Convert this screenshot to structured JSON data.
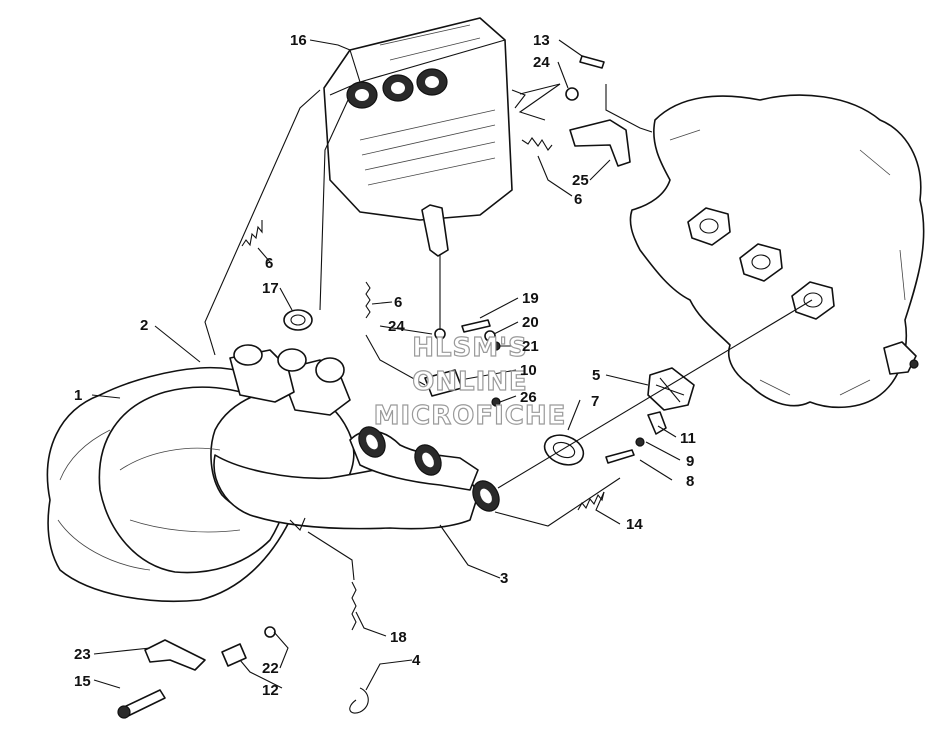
{
  "watermark": {
    "line1": "HLSM'S",
    "line2": "ONLINE",
    "line3": "MICROFICHE"
  },
  "callouts": {
    "c1": "1",
    "c2": "2",
    "c3": "3",
    "c4": "4",
    "c5": "5",
    "c6a": "6",
    "c6b": "6",
    "c6c": "6",
    "c7": "7",
    "c8": "8",
    "c9": "9",
    "c10": "10",
    "c11": "11",
    "c12": "12",
    "c13": "13",
    "c14": "14",
    "c15": "15",
    "c16": "16",
    "c17": "17",
    "c18": "18",
    "c19": "19",
    "c20": "20",
    "c21": "21",
    "c22": "22",
    "c23": "23",
    "c24a": "24",
    "c24b": "24",
    "c25": "25",
    "c26": "26"
  }
}
